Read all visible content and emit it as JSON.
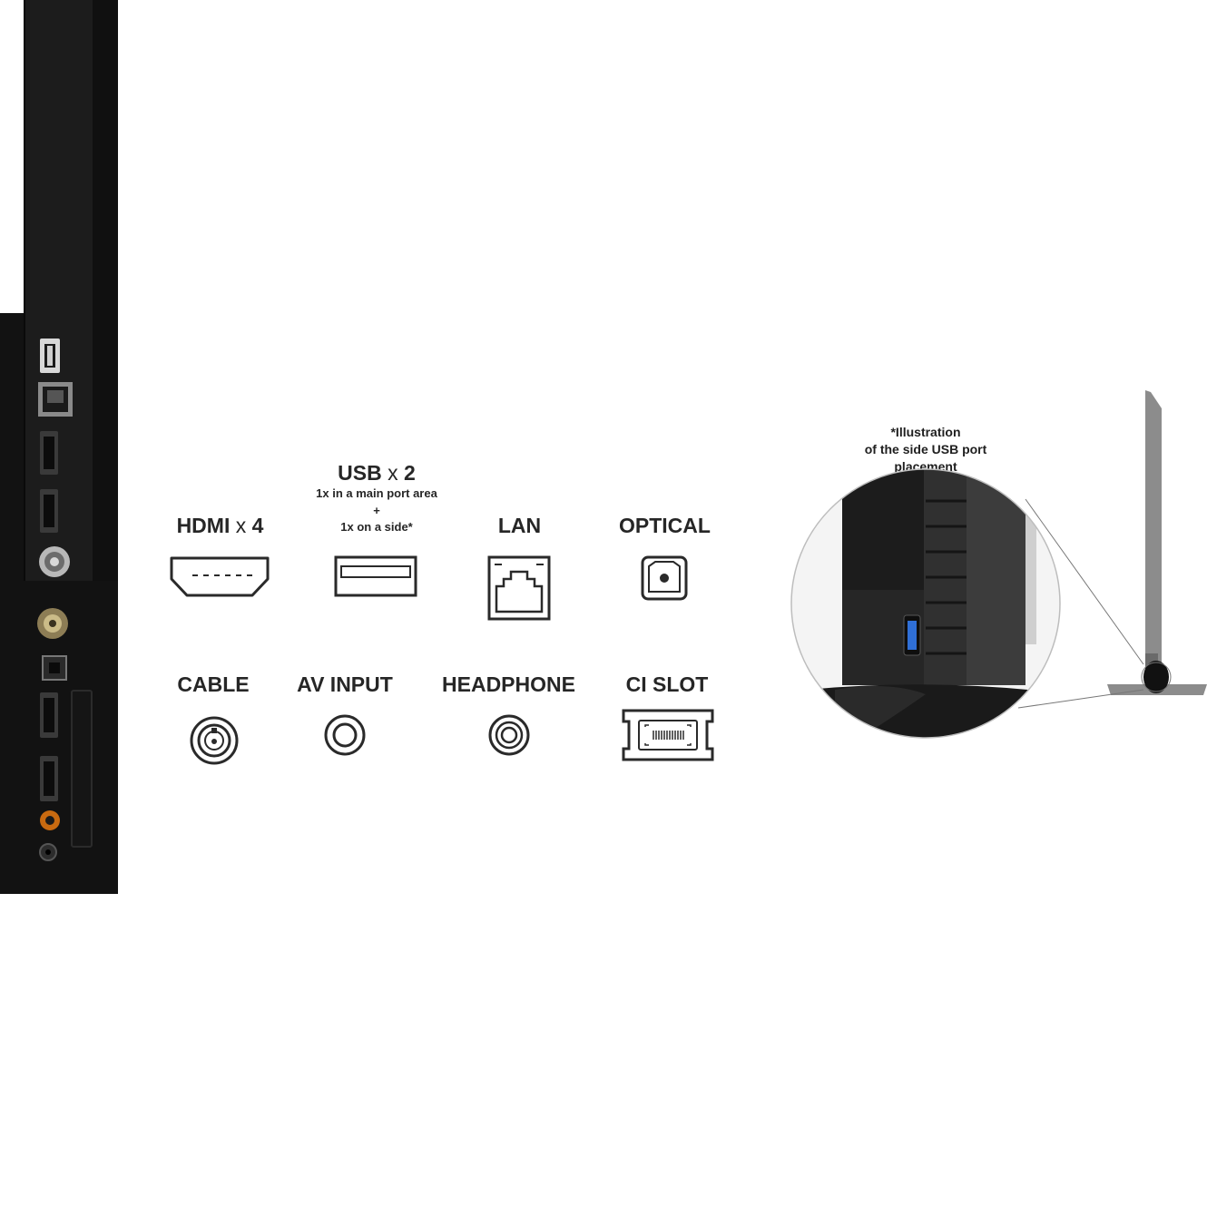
{
  "ports": {
    "hdmi": {
      "name": "HDMI",
      "mult": "x",
      "count": "4"
    },
    "usb": {
      "name": "USB",
      "mult": "x",
      "count": "2",
      "line1": "1x in a main port area",
      "line2": "+",
      "line3": "1x on a side*"
    },
    "lan": {
      "name": "LAN"
    },
    "optical": {
      "name": "OPTICAL"
    },
    "cable": {
      "name": "CABLE"
    },
    "av": {
      "name": "AV INPUT"
    },
    "headphone": {
      "name": "HEADPHONE"
    },
    "ci": {
      "name": "CI SLOT"
    }
  },
  "side_note": {
    "line1": "*Illustration",
    "line2": "of the side USB port",
    "line3": "placement"
  },
  "colors": {
    "panel": "#121212",
    "icon_stroke": "#2a2a2a",
    "usb_accent": "#2f6fd6",
    "av_accent": "#e07a00"
  }
}
